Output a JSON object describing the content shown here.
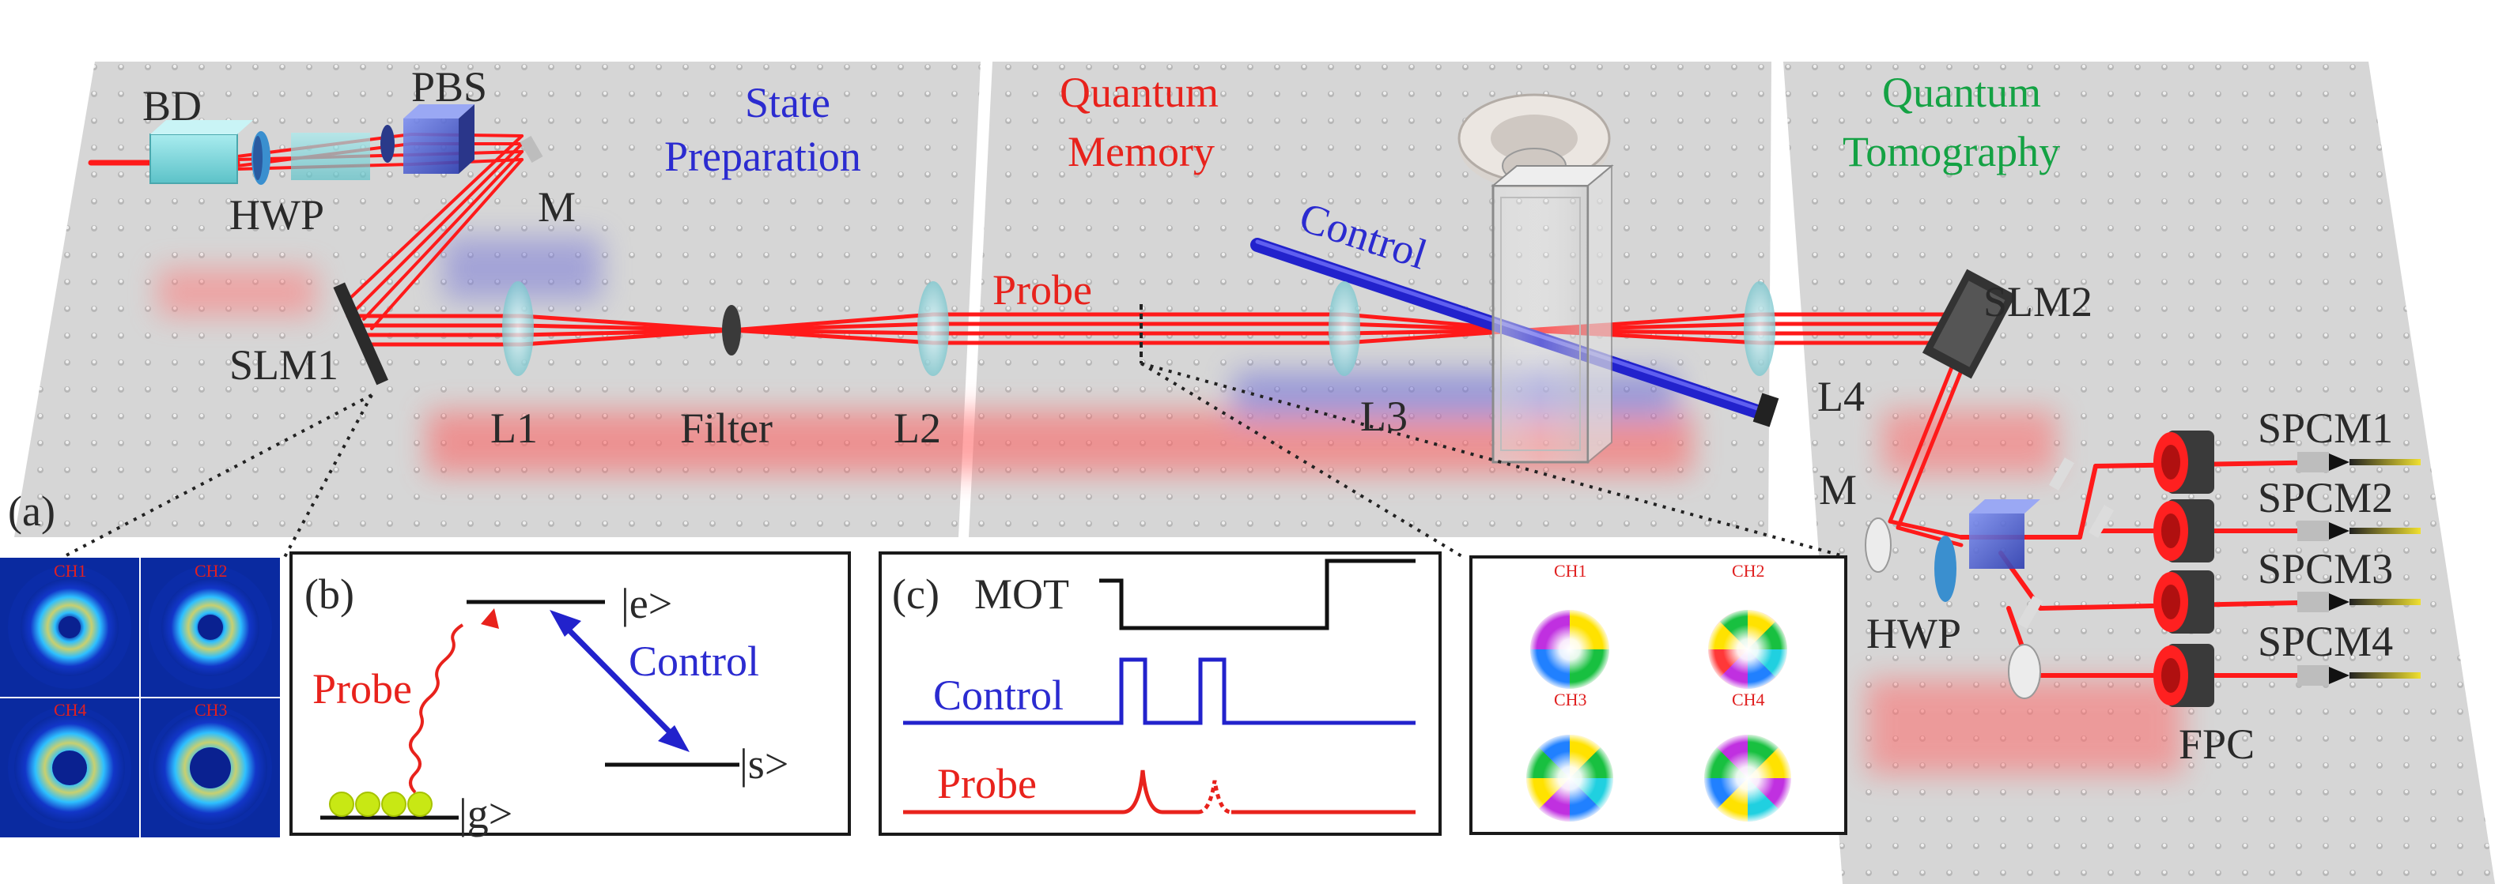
{
  "sections": {
    "state_preparation": [
      "State",
      "Preparation"
    ],
    "quantum_memory": [
      "Quantum",
      "Memory"
    ],
    "quantum_tomography": [
      "Quantum",
      "Tomography"
    ]
  },
  "components": {
    "bd": "BD",
    "hwp_prep": "HWP",
    "pbs": "PBS",
    "mirror_prep": "M",
    "slm1": "SLM1",
    "l1": "L1",
    "filter": "Filter",
    "l2": "L2",
    "probe_beam": "Probe",
    "control_beam": "Control",
    "l3": "L3",
    "l4": "L4",
    "slm2": "SLM2",
    "mirror_tomo": "M",
    "hwp_tomo": "HWP",
    "fpc": "FPC",
    "spcm": [
      "SPCM1",
      "SPCM2",
      "SPCM3",
      "SPCM4"
    ]
  },
  "panel_a": {
    "label": "(a)",
    "channels": [
      "CH1",
      "CH2",
      "CH4",
      "CH3"
    ]
  },
  "panel_b": {
    "label": "(b)",
    "excited": "|e>",
    "storage": "|s>",
    "ground": "|g>",
    "probe": "Probe",
    "control": "Control"
  },
  "panel_c": {
    "label": "(c)",
    "mot": "MOT",
    "control": "Control",
    "probe": "Probe"
  },
  "inset_modes": {
    "channels": [
      "CH1",
      "CH2",
      "CH3",
      "CH4"
    ]
  },
  "colors": {
    "probe": "#ff1a1a",
    "control": "#2222cc",
    "table": "#d0d0d0",
    "red_label": "#e8221c",
    "blue_label": "#2b2bd0",
    "green_label": "#14a244"
  }
}
